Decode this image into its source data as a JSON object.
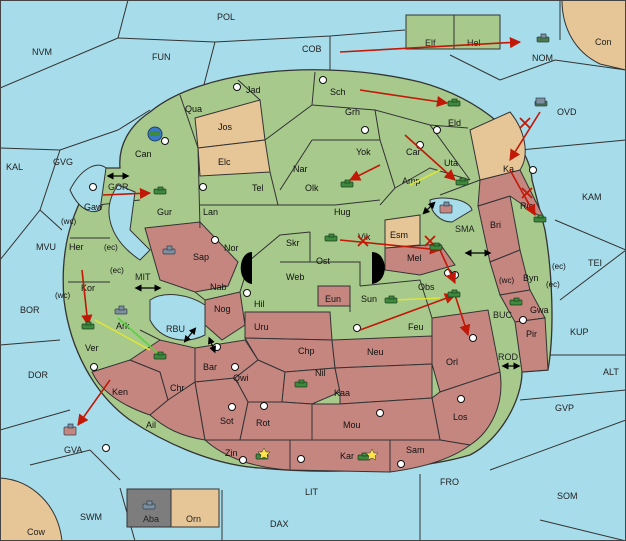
{
  "colors": {
    "sea": "#a7dcea",
    "neutral": "#e6c597",
    "green": "#a7c98c",
    "red": "#c58680",
    "grey": "#7d7d7d",
    "border": "#333333",
    "order": "#c21807",
    "support": "#dbe43a",
    "support_green": "#58d23a",
    "army": "#3d8a3d",
    "fleet": "#2e5c8a"
  },
  "board": {
    "regions": [
      {
        "id": "pol",
        "label": "POL"
      },
      {
        "id": "nvm",
        "label": "NVM"
      },
      {
        "id": "fun",
        "label": "FUN"
      },
      {
        "id": "cob",
        "label": "COB"
      },
      {
        "id": "elf",
        "label": "Elf"
      },
      {
        "id": "hel",
        "label": "Hel"
      },
      {
        "id": "con",
        "label": "Con"
      },
      {
        "id": "nom",
        "label": "NOM"
      },
      {
        "id": "ovd",
        "label": "OVD"
      },
      {
        "id": "kam",
        "label": "KAM"
      },
      {
        "id": "kal",
        "label": "KAL"
      },
      {
        "id": "gvg",
        "label": "GVG"
      },
      {
        "id": "gor",
        "label": "GOR"
      },
      {
        "id": "mvu",
        "label": "MVU"
      },
      {
        "id": "bor",
        "label": "BOR"
      },
      {
        "id": "dor",
        "label": "DOR"
      },
      {
        "id": "mit",
        "label": "MIT"
      },
      {
        "id": "rbu",
        "label": "RBU"
      },
      {
        "id": "sma",
        "label": "SMA"
      },
      {
        "id": "tei",
        "label": "TEI"
      },
      {
        "id": "buc",
        "label": "BUC"
      },
      {
        "id": "kup",
        "label": "KUP"
      },
      {
        "id": "alt",
        "label": "ALT"
      },
      {
        "id": "rod",
        "label": "ROD"
      },
      {
        "id": "gvp",
        "label": "GVP"
      },
      {
        "id": "gva",
        "label": "GVA"
      },
      {
        "id": "fro",
        "label": "FRO"
      },
      {
        "id": "som",
        "label": "SOM"
      },
      {
        "id": "lit",
        "label": "LIT"
      },
      {
        "id": "swm",
        "label": "SWM"
      },
      {
        "id": "dax",
        "label": "DAX"
      },
      {
        "id": "cow",
        "label": "Cow"
      },
      {
        "id": "aba",
        "label": "Aba"
      },
      {
        "id": "orn",
        "label": "Orn"
      }
    ],
    "provinces": [
      "Jad",
      "Sch",
      "Qua",
      "Jos",
      "Can",
      "Grh",
      "Eld",
      "Elc",
      "Nar",
      "Yok",
      "Car",
      "Uta",
      "Gaw",
      "Gur",
      "Tel",
      "Olk",
      "Amp",
      "Ka",
      "Lan",
      "Hug",
      "Rie",
      "Esm",
      "Bri",
      "Her",
      "Nor",
      "Skr",
      "Vik",
      "Sap",
      "Ost",
      "Mel",
      "Byn",
      "Web",
      "Kor",
      "Nab",
      "Eun",
      "Sun",
      "Obs",
      "Gwa",
      "Hil",
      "Nog",
      "Ark",
      "Uru",
      "Feu",
      "Pir",
      "Ver",
      "Chp",
      "Neu",
      "Bar",
      "Qwi",
      "Nil",
      "Orl",
      "Chr",
      "Kaa",
      "Ken",
      "Sot",
      "Rot",
      "Mou",
      "Los",
      "Ail",
      "Zin",
      "Kar",
      "Sam"
    ],
    "coast_notes": [
      "(wc)",
      "(ec)",
      "(ec)",
      "(wc)",
      "(wc)",
      "(ec)",
      "(ec)"
    ]
  }
}
